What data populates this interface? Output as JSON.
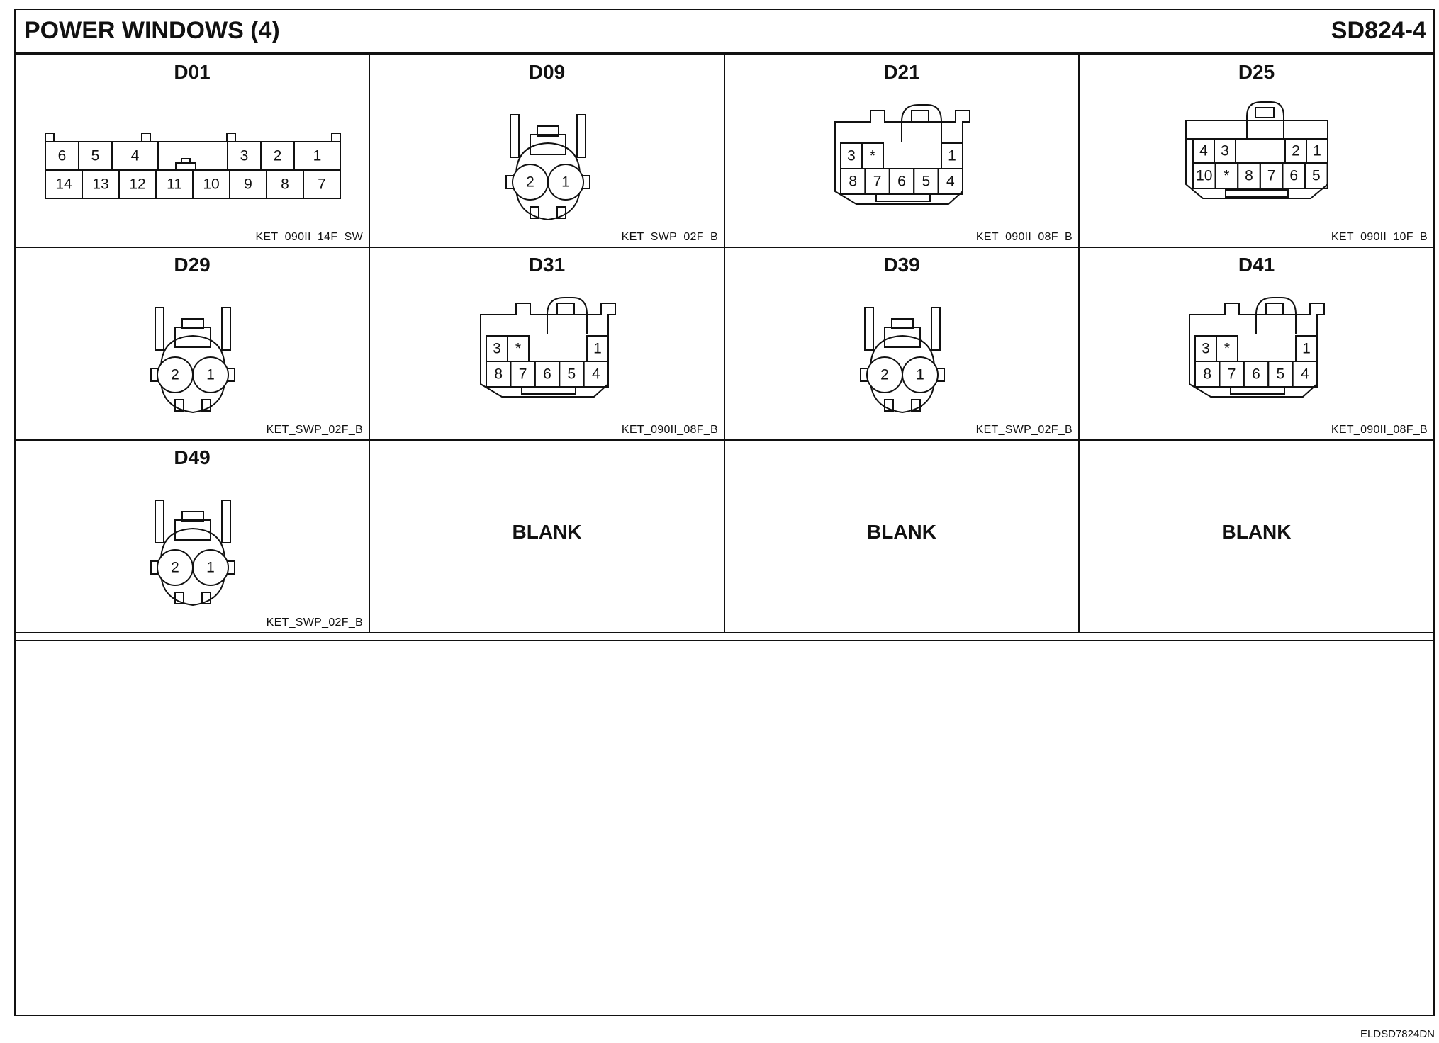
{
  "header": {
    "title": "POWER WINDOWS (4)",
    "code": "SD824-4"
  },
  "drawing_id": "ELDSD7824DN",
  "connectors": [
    {
      "id": "D01",
      "code": "KET_090II_14F_SW",
      "type": "14f",
      "pins_top": [
        "6",
        "5",
        "4",
        "3",
        "2",
        "1"
      ],
      "pins_bottom": [
        "14",
        "13",
        "12",
        "11",
        "10",
        "9",
        "8",
        "7"
      ]
    },
    {
      "id": "D09",
      "code": "KET_SWP_02F_B",
      "type": "2f",
      "pins": [
        "2",
        "1"
      ]
    },
    {
      "id": "D21",
      "code": "KET_090II_08F_B",
      "type": "8f",
      "pins_top": [
        "3",
        "*",
        "1"
      ],
      "pins_bottom": [
        "8",
        "7",
        "6",
        "5",
        "4"
      ]
    },
    {
      "id": "D25",
      "code": "KET_090II_10F_B",
      "type": "10f",
      "pins_top": [
        "4",
        "3",
        "2",
        "1"
      ],
      "pins_bottom": [
        "10",
        "*",
        "8",
        "7",
        "6",
        "5"
      ]
    },
    {
      "id": "D29",
      "code": "KET_SWP_02F_B",
      "type": "2f",
      "pins": [
        "2",
        "1"
      ]
    },
    {
      "id": "D31",
      "code": "KET_090II_08F_B",
      "type": "8f",
      "pins_top": [
        "3",
        "*",
        "1"
      ],
      "pins_bottom": [
        "8",
        "7",
        "6",
        "5",
        "4"
      ]
    },
    {
      "id": "D39",
      "code": "KET_SWP_02F_B",
      "type": "2f",
      "pins": [
        "2",
        "1"
      ]
    },
    {
      "id": "D41",
      "code": "KET_090II_08F_B",
      "type": "8f",
      "pins_top": [
        "3",
        "*",
        "1"
      ],
      "pins_bottom": [
        "8",
        "7",
        "6",
        "5",
        "4"
      ]
    },
    {
      "id": "D49",
      "code": "KET_SWP_02F_B",
      "type": "2f",
      "pins": [
        "2",
        "1"
      ]
    },
    {
      "blank": "BLANK"
    },
    {
      "blank": "BLANK"
    },
    {
      "blank": "BLANK"
    }
  ]
}
